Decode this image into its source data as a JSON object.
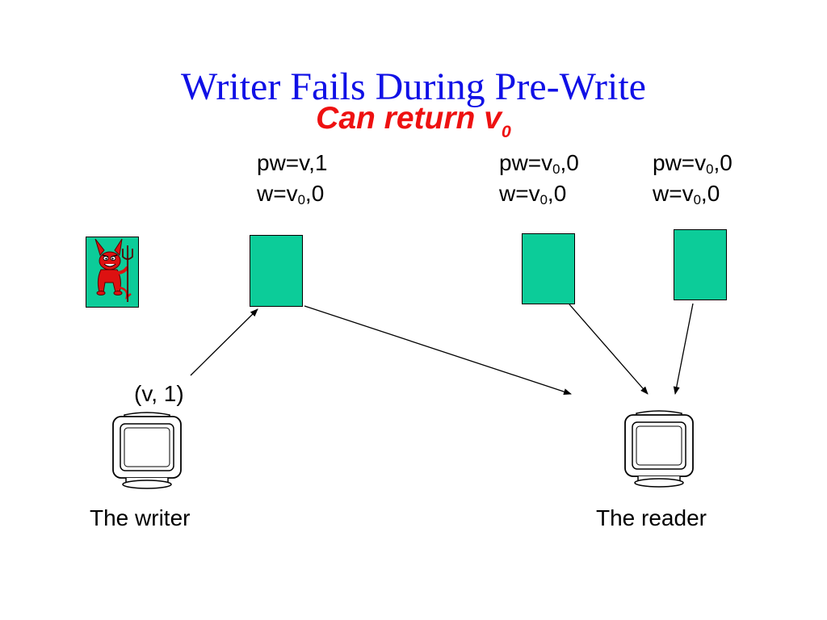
{
  "title": "Writer Fails During Pre-Write",
  "subtitle": {
    "text": "Can return v",
    "subscript": "0"
  },
  "servers": [
    {
      "pw_prefix": "pw=v,1",
      "pw_sub": "",
      "pw_suffix": "",
      "w_prefix": "w=v",
      "w_sub": "0",
      "w_suffix": ",0"
    },
    {
      "pw_prefix": "pw=v",
      "pw_sub": "0",
      "pw_suffix": ",0",
      "w_prefix": "w=v",
      "w_sub": "0",
      "w_suffix": ",0"
    },
    {
      "pw_prefix": "pw=v",
      "pw_sub": "0",
      "pw_suffix": ",0",
      "w_prefix": "w=v",
      "w_sub": "0",
      "w_suffix": ",0"
    }
  ],
  "write_message": "(v, 1)",
  "writer_label": "The writer",
  "reader_label": "The reader",
  "icons": {
    "devil": "devil-icon",
    "computer": "computer-monitor-icon"
  },
  "colors": {
    "title": "#1010e6",
    "subtitle": "#ee1111",
    "server_fill": "#0ccc99",
    "devil": "#dd1111"
  }
}
